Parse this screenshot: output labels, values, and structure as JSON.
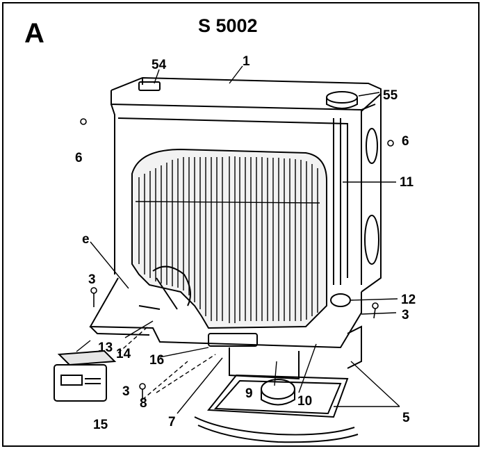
{
  "figure": {
    "letter": "A",
    "model": "S 5002",
    "callouts": {
      "c1": "1",
      "c54": "54",
      "c55": "55",
      "c6_left": "6",
      "c6_right": "6",
      "c11": "11",
      "ce": "e",
      "c3_left": "3",
      "c3_right": "3",
      "c3_bottom": "3",
      "c12": "12",
      "c13": "13",
      "c14": "14",
      "c16": "16",
      "c15": "15",
      "c8": "8",
      "c7": "7",
      "c9": "9",
      "c10": "10",
      "c5": "5"
    }
  }
}
